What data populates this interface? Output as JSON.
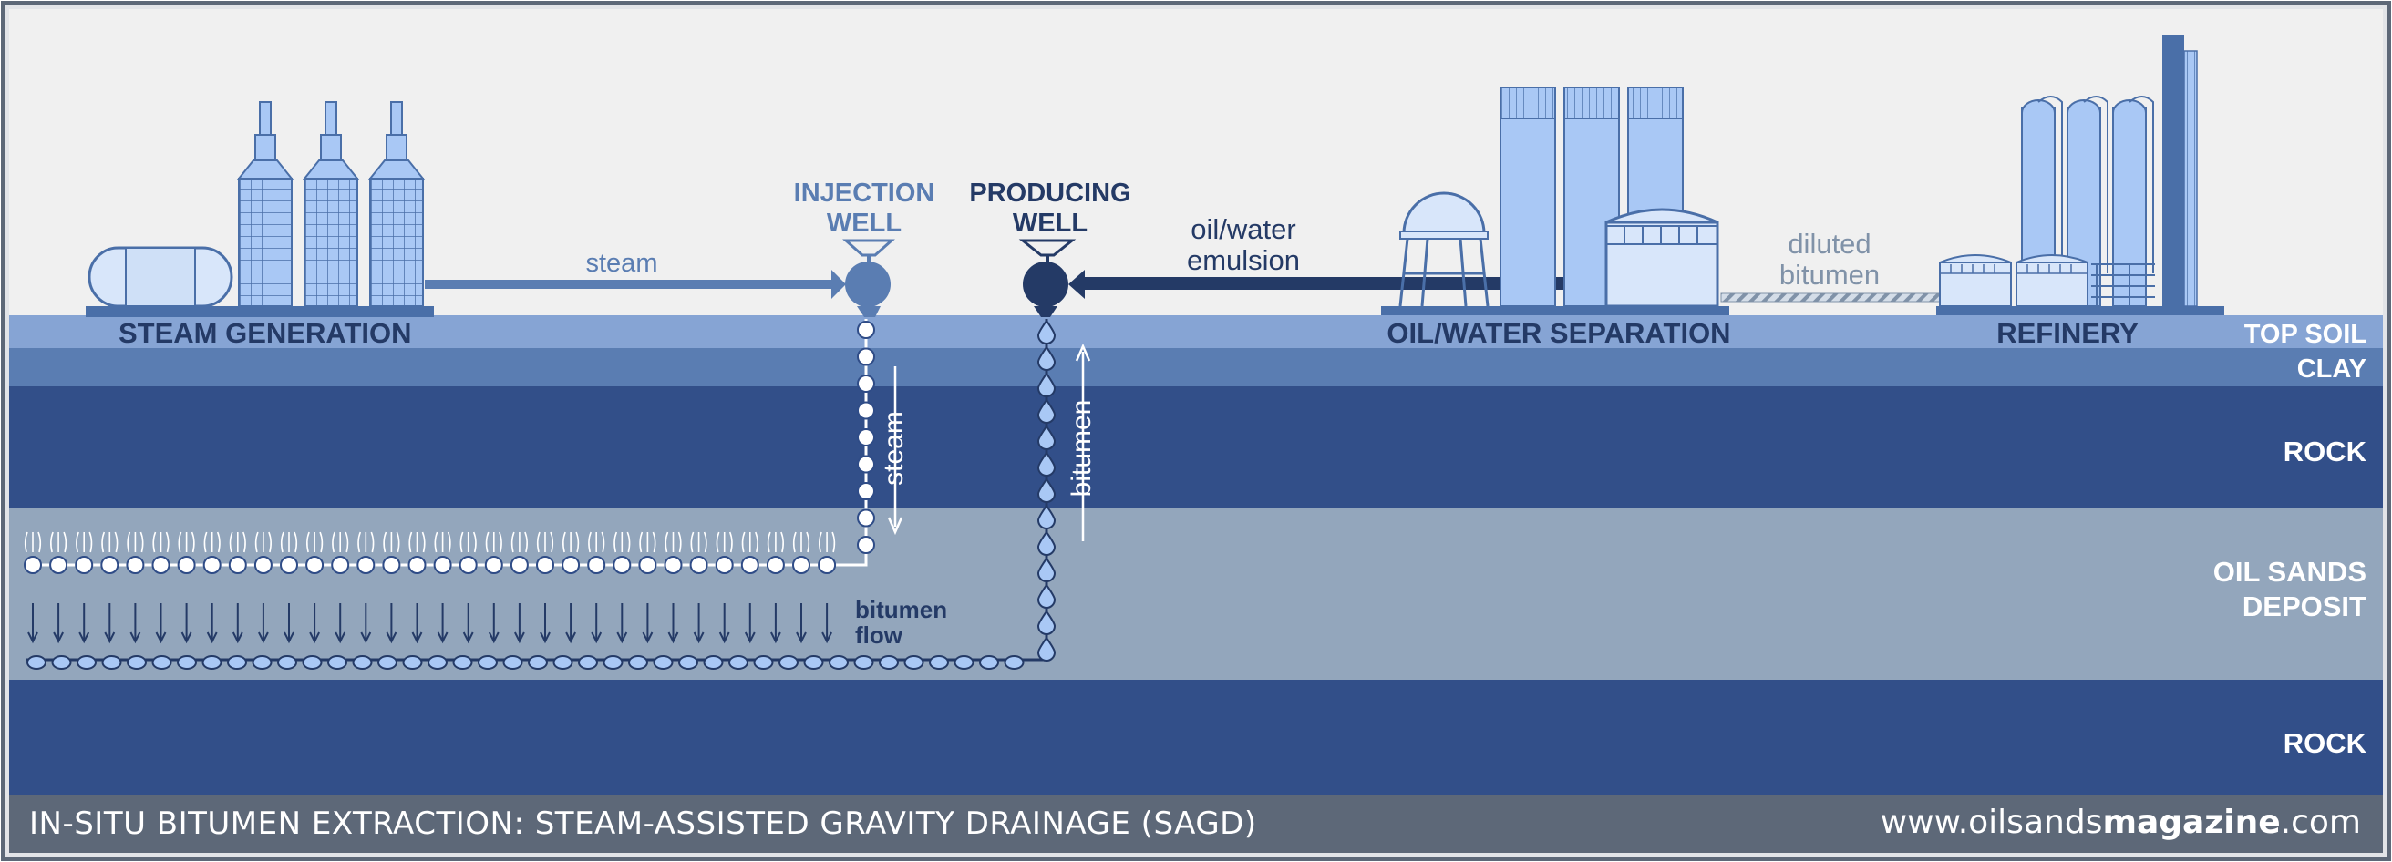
{
  "diagram": {
    "labels": {
      "steam_generation": "STEAM GENERATION",
      "injection_well_1": "INJECTION",
      "injection_well_2": "WELL",
      "producing_well_1": "PRODUCING",
      "producing_well_2": "WELL",
      "steam_pipe": "steam",
      "oil_water_1": "oil/water",
      "oil_water_2": "emulsion",
      "oil_water_separation": "OIL/WATER SEPARATION",
      "diluted_1": "diluted",
      "diluted_2": "bitumen",
      "refinery": "REFINERY",
      "steam_down": "steam",
      "bitumen_up": "bitumen",
      "bitumen_flow_1": "bitumen",
      "bitumen_flow_2": "flow"
    },
    "layers": {
      "top_soil": "TOP SOIL",
      "clay": "CLAY",
      "rock_upper": "ROCK",
      "oil_sands_1": "OIL SANDS",
      "oil_sands_2": "DEPOSIT",
      "rock_lower": "ROCK"
    },
    "colors": {
      "sky": "#f0f0f0",
      "top_soil": "#86a4d4",
      "clay": "#5a7db2",
      "rock": "#324f89",
      "oil_sands": "#93a6bc",
      "footer": "#5d6878",
      "equipment_fill": "#a9c8f5",
      "equipment_line": "#4a6fa8",
      "dark_navy": "#243a66"
    }
  },
  "footer": {
    "title": "IN-SITU BITUMEN EXTRACTION: STEAM-ASSISTED GRAVITY DRAINAGE (SAGD)",
    "url_prefix": "www.oilsands",
    "url_bold": "magazine",
    "url_suffix": ".com"
  }
}
